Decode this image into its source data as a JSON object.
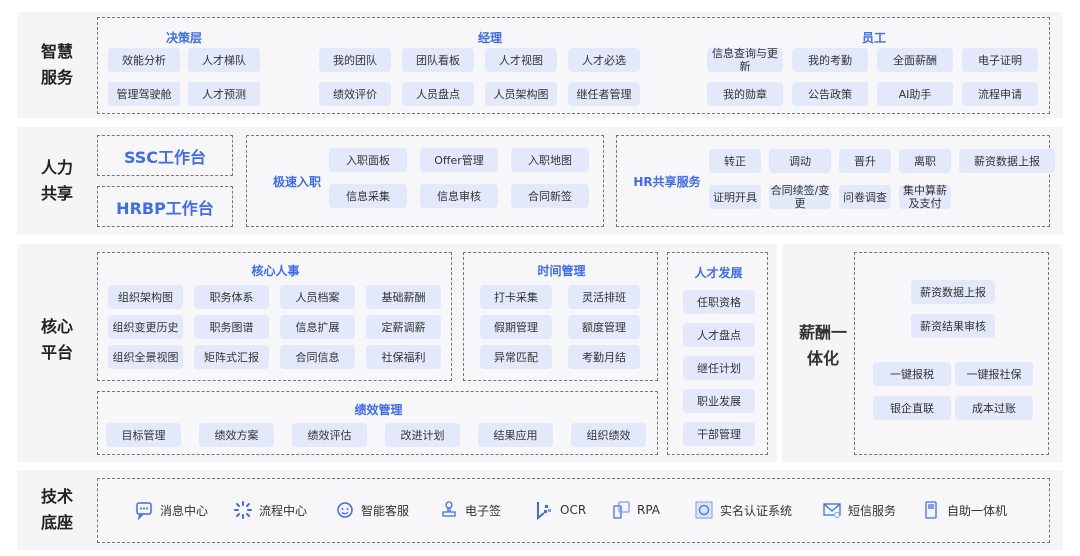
{
  "rows": {
    "smart": {
      "label": "智慧服务",
      "decision": {
        "title": "决策层",
        "items": [
          "效能分析",
          "人才梯队",
          "管理驾驶舱",
          "人才预测"
        ]
      },
      "manager": {
        "title": "经理",
        "items": [
          "我的团队",
          "团队看板",
          "人才视图",
          "人才必选",
          "绩效评价",
          "人员盘点",
          "人员架构图",
          "继任者管理"
        ]
      },
      "employee": {
        "title": "员工",
        "items": [
          "信息查询与更新",
          "我的考勤",
          "全面薪酬",
          "电子证明",
          "我的勋章",
          "公告政策",
          "AI助手",
          "流程申请"
        ]
      }
    },
    "shared": {
      "label": "人力共享",
      "ssc": "SSC工作台",
      "hrbp": "HRBP工作台",
      "onboard": {
        "title": "极速入职",
        "items": [
          "入职面板",
          "Offer管理",
          "入职地图",
          "信息采集",
          "信息审核",
          "合同新签"
        ]
      },
      "hrss": {
        "title": "HR共享服务",
        "items": [
          "转正",
          "调动",
          "晋升",
          "离职",
          "薪资数据上报",
          "证明开具",
          "合同续签/变更",
          "问卷调查",
          "集中算薪及支付"
        ]
      }
    },
    "core": {
      "label": "核心平台",
      "hr": {
        "title": "核心人事",
        "items": [
          "组织架构图",
          "职务体系",
          "人员档案",
          "基础薪酬",
          "组织变更历史",
          "职务图谱",
          "信息扩展",
          "定薪调薪",
          "组织全景视图",
          "矩阵式汇报",
          "合同信息",
          "社保福利"
        ]
      },
      "time": {
        "title": "时间管理",
        "items": [
          "打卡采集",
          "灵活排班",
          "假期管理",
          "额度管理",
          "异常匹配",
          "考勤月结"
        ]
      },
      "talent": {
        "title": "人才发展",
        "items": [
          "任职资格",
          "人才盘点",
          "继任计划",
          "职业发展",
          "干部管理"
        ]
      },
      "perf": {
        "title": "绩效管理",
        "items": [
          "目标管理",
          "绩效方案",
          "绩效评估",
          "改进计划",
          "结果应用",
          "组织绩效"
        ]
      },
      "salary": {
        "label": "薪酬一体化",
        "items": [
          "薪资数据上报",
          "薪资结果审核",
          "一键报税",
          "一键报社保",
          "银企直联",
          "成本过账"
        ]
      }
    },
    "tech": {
      "label": "技术底座",
      "items": [
        {
          "label": "消息中心",
          "icon": "message-icon"
        },
        {
          "label": "流程中心",
          "icon": "process-icon"
        },
        {
          "label": "智能客服",
          "icon": "customer-service-icon"
        },
        {
          "label": "电子签",
          "icon": "stamp-icon"
        },
        {
          "label": "OCR",
          "icon": "ocr-icon"
        },
        {
          "label": "RPA",
          "icon": "rpa-icon"
        },
        {
          "label": "实名认证系统",
          "icon": "face-id-icon"
        },
        {
          "label": "短信服务",
          "icon": "sms-icon"
        },
        {
          "label": "自助一体机",
          "icon": "kiosk-icon"
        }
      ]
    }
  },
  "colors": {
    "accent": "#3f6bf0",
    "chip": "#e3e8fb"
  }
}
